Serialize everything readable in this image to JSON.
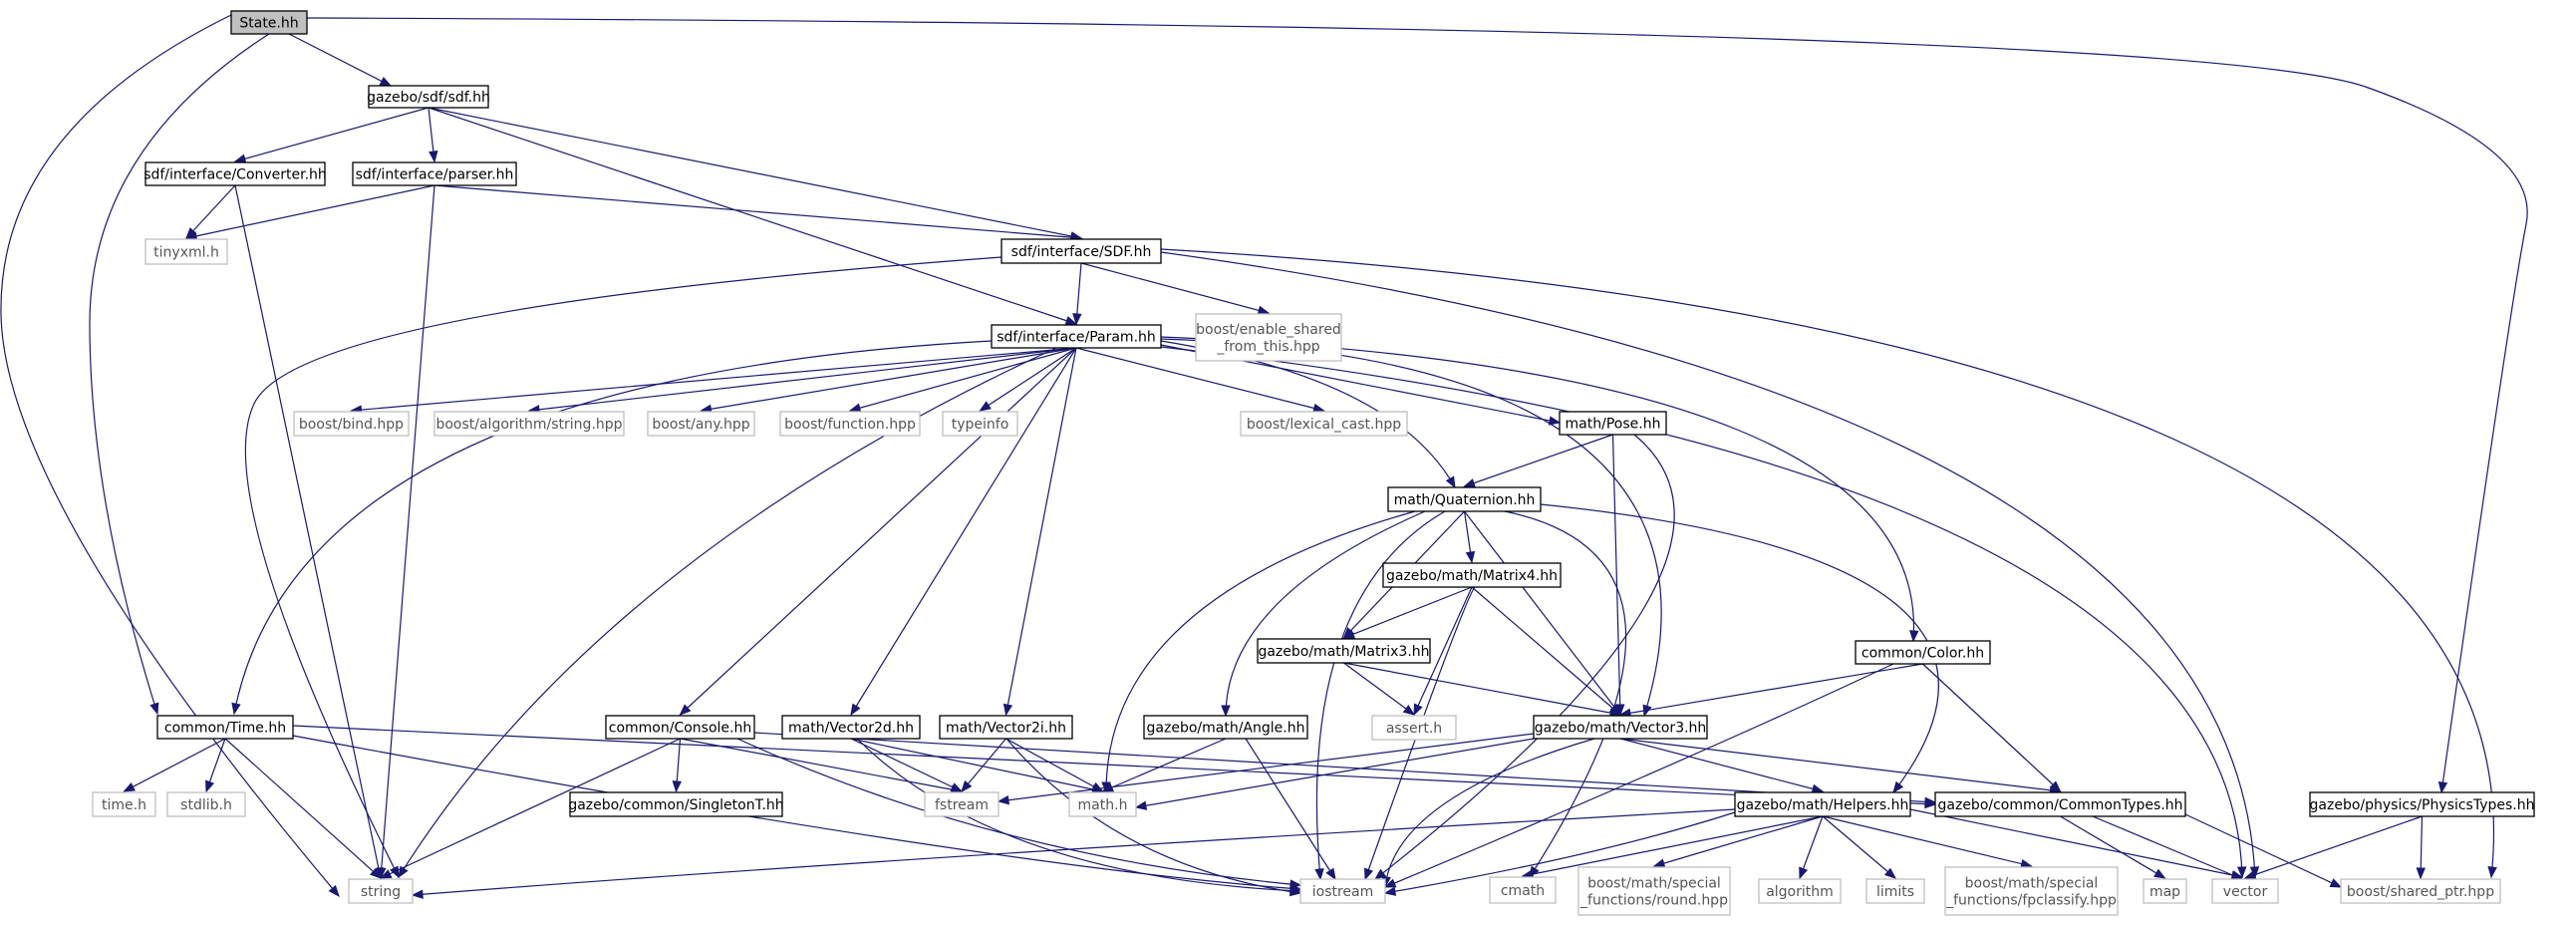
{
  "colors": {
    "edge": "#191970",
    "border_project": "#000000",
    "border_external": "#bfbfbf",
    "root_fill": "#bfbfbf",
    "text_project": "#000000",
    "text_external": "#555555"
  },
  "nodes": {
    "state": {
      "lines": [
        "State.hh"
      ],
      "kind": "root"
    },
    "gazebo_sdf": {
      "lines": [
        "gazebo/sdf/sdf.hh"
      ],
      "kind": "project"
    },
    "converter": {
      "lines": [
        "sdf/interface/Converter.hh"
      ],
      "kind": "project"
    },
    "parser": {
      "lines": [
        "sdf/interface/parser.hh"
      ],
      "kind": "project"
    },
    "tinyxml": {
      "lines": [
        "tinyxml.h"
      ],
      "kind": "external"
    },
    "sdf_hh": {
      "lines": [
        "sdf/interface/SDF.hh"
      ],
      "kind": "project"
    },
    "enable_shared": {
      "lines": [
        "boost/enable_shared",
        "_from_this.hpp"
      ],
      "kind": "external"
    },
    "param": {
      "lines": [
        "sdf/interface/Param.hh"
      ],
      "kind": "project"
    },
    "bind": {
      "lines": [
        "boost/bind.hpp"
      ],
      "kind": "external"
    },
    "algo_string": {
      "lines": [
        "boost/algorithm/string.hpp"
      ],
      "kind": "external"
    },
    "any": {
      "lines": [
        "boost/any.hpp"
      ],
      "kind": "external"
    },
    "function": {
      "lines": [
        "boost/function.hpp"
      ],
      "kind": "external"
    },
    "typeinfo": {
      "lines": [
        "typeinfo"
      ],
      "kind": "external"
    },
    "lexical_cast": {
      "lines": [
        "boost/lexical_cast.hpp"
      ],
      "kind": "external"
    },
    "pose": {
      "lines": [
        "math/Pose.hh"
      ],
      "kind": "project"
    },
    "quaternion": {
      "lines": [
        "math/Quaternion.hh"
      ],
      "kind": "project"
    },
    "matrix4": {
      "lines": [
        "gazebo/math/Matrix4.hh"
      ],
      "kind": "project"
    },
    "matrix3": {
      "lines": [
        "gazebo/math/Matrix3.hh"
      ],
      "kind": "project"
    },
    "assert": {
      "lines": [
        "assert.h"
      ],
      "kind": "external"
    },
    "color": {
      "lines": [
        "common/Color.hh"
      ],
      "kind": "project"
    },
    "time_hh": {
      "lines": [
        "common/Time.hh"
      ],
      "kind": "project"
    },
    "console": {
      "lines": [
        "common/Console.hh"
      ],
      "kind": "project"
    },
    "vector2d": {
      "lines": [
        "math/Vector2d.hh"
      ],
      "kind": "project"
    },
    "vector2i": {
      "lines": [
        "math/Vector2i.hh"
      ],
      "kind": "project"
    },
    "angle": {
      "lines": [
        "gazebo/math/Angle.hh"
      ],
      "kind": "project"
    },
    "vector3": {
      "lines": [
        "gazebo/math/Vector3.hh"
      ],
      "kind": "project"
    },
    "time_h": {
      "lines": [
        "time.h"
      ],
      "kind": "external"
    },
    "stdlib": {
      "lines": [
        "stdlib.h"
      ],
      "kind": "external"
    },
    "singleton": {
      "lines": [
        "gazebo/common/SingletonT.hh"
      ],
      "kind": "project"
    },
    "fstream": {
      "lines": [
        "fstream"
      ],
      "kind": "external"
    },
    "math_h": {
      "lines": [
        "math.h"
      ],
      "kind": "external"
    },
    "common_types": {
      "lines": [
        "gazebo/common/CommonTypes.hh"
      ],
      "kind": "project"
    },
    "helpers": {
      "lines": [
        "gazebo/math/Helpers.hh"
      ],
      "kind": "project"
    },
    "physics_types": {
      "lines": [
        "gazebo/physics/PhysicsTypes.hh"
      ],
      "kind": "project"
    },
    "string": {
      "lines": [
        "string"
      ],
      "kind": "external"
    },
    "iostream": {
      "lines": [
        "iostream"
      ],
      "kind": "external"
    },
    "cmath": {
      "lines": [
        "cmath"
      ],
      "kind": "external"
    },
    "round": {
      "lines": [
        "boost/math/special",
        "_functions/round.hpp"
      ],
      "kind": "external"
    },
    "algorithm": {
      "lines": [
        "algorithm"
      ],
      "kind": "external"
    },
    "limits": {
      "lines": [
        "limits"
      ],
      "kind": "external"
    },
    "fpclassify": {
      "lines": [
        "boost/math/special",
        "_functions/fpclassify.hpp"
      ],
      "kind": "external"
    },
    "map": {
      "lines": [
        "map"
      ],
      "kind": "external"
    },
    "vector": {
      "lines": [
        "vector"
      ],
      "kind": "external"
    },
    "shared_ptr": {
      "lines": [
        "boost/shared_ptr.hpp"
      ],
      "kind": "external"
    }
  },
  "edges": [
    [
      "state",
      "gazebo_sdf"
    ],
    [
      "state",
      "time_hh"
    ],
    [
      "state",
      "string"
    ],
    [
      "state",
      "physics_types"
    ],
    [
      "gazebo_sdf",
      "converter"
    ],
    [
      "gazebo_sdf",
      "parser"
    ],
    [
      "gazebo_sdf",
      "sdf_hh"
    ],
    [
      "gazebo_sdf",
      "param"
    ],
    [
      "converter",
      "tinyxml"
    ],
    [
      "converter",
      "string"
    ],
    [
      "parser",
      "tinyxml"
    ],
    [
      "parser",
      "sdf_hh"
    ],
    [
      "parser",
      "string"
    ],
    [
      "sdf_hh",
      "param"
    ],
    [
      "sdf_hh",
      "enable_shared"
    ],
    [
      "sdf_hh",
      "string"
    ],
    [
      "sdf_hh",
      "vector"
    ],
    [
      "sdf_hh",
      "shared_ptr"
    ],
    [
      "param",
      "bind"
    ],
    [
      "param",
      "algo_string"
    ],
    [
      "param",
      "any"
    ],
    [
      "param",
      "function"
    ],
    [
      "param",
      "typeinfo"
    ],
    [
      "param",
      "lexical_cast"
    ],
    [
      "param",
      "pose"
    ],
    [
      "param",
      "quaternion"
    ],
    [
      "param",
      "vector3"
    ],
    [
      "param",
      "color"
    ],
    [
      "param",
      "time_hh"
    ],
    [
      "param",
      "console"
    ],
    [
      "param",
      "vector2d"
    ],
    [
      "param",
      "vector2i"
    ],
    [
      "param",
      "string"
    ],
    [
      "param",
      "vector"
    ],
    [
      "pose",
      "quaternion"
    ],
    [
      "pose",
      "vector3"
    ],
    [
      "pose",
      "iostream"
    ],
    [
      "quaternion",
      "matrix4"
    ],
    [
      "quaternion",
      "matrix3"
    ],
    [
      "quaternion",
      "vector3"
    ],
    [
      "quaternion",
      "angle"
    ],
    [
      "quaternion",
      "helpers"
    ],
    [
      "quaternion",
      "math_h"
    ],
    [
      "quaternion",
      "iostream"
    ],
    [
      "quaternion",
      "cmath"
    ],
    [
      "matrix4",
      "matrix3"
    ],
    [
      "matrix4",
      "assert"
    ],
    [
      "matrix4",
      "vector3"
    ],
    [
      "matrix4",
      "iostream"
    ],
    [
      "matrix3",
      "assert"
    ],
    [
      "matrix3",
      "vector3"
    ],
    [
      "color",
      "vector3"
    ],
    [
      "color",
      "common_types"
    ],
    [
      "color",
      "iostream"
    ],
    [
      "time_hh",
      "time_h"
    ],
    [
      "time_hh",
      "stdlib"
    ],
    [
      "time_hh",
      "string"
    ],
    [
      "time_hh",
      "iostream"
    ],
    [
      "time_hh",
      "common_types"
    ],
    [
      "console",
      "singleton"
    ],
    [
      "console",
      "fstream"
    ],
    [
      "console",
      "string"
    ],
    [
      "console",
      "iostream"
    ],
    [
      "console",
      "common_types"
    ],
    [
      "vector2d",
      "fstream"
    ],
    [
      "vector2d",
      "math_h"
    ],
    [
      "vector2d",
      "iostream"
    ],
    [
      "vector2i",
      "fstream"
    ],
    [
      "vector2i",
      "math_h"
    ],
    [
      "vector2i",
      "iostream"
    ],
    [
      "angle",
      "math_h"
    ],
    [
      "angle",
      "iostream"
    ],
    [
      "vector3",
      "fstream"
    ],
    [
      "vector3",
      "math_h"
    ],
    [
      "vector3",
      "iostream"
    ],
    [
      "vector3",
      "helpers"
    ],
    [
      "vector3",
      "common_types"
    ],
    [
      "helpers",
      "string"
    ],
    [
      "helpers",
      "iostream"
    ],
    [
      "helpers",
      "cmath"
    ],
    [
      "helpers",
      "round"
    ],
    [
      "helpers",
      "algorithm"
    ],
    [
      "helpers",
      "limits"
    ],
    [
      "helpers",
      "fpclassify"
    ],
    [
      "helpers",
      "vector"
    ],
    [
      "common_types",
      "map"
    ],
    [
      "common_types",
      "vector"
    ],
    [
      "common_types",
      "shared_ptr"
    ],
    [
      "physics_types",
      "vector"
    ],
    [
      "physics_types",
      "shared_ptr"
    ]
  ]
}
